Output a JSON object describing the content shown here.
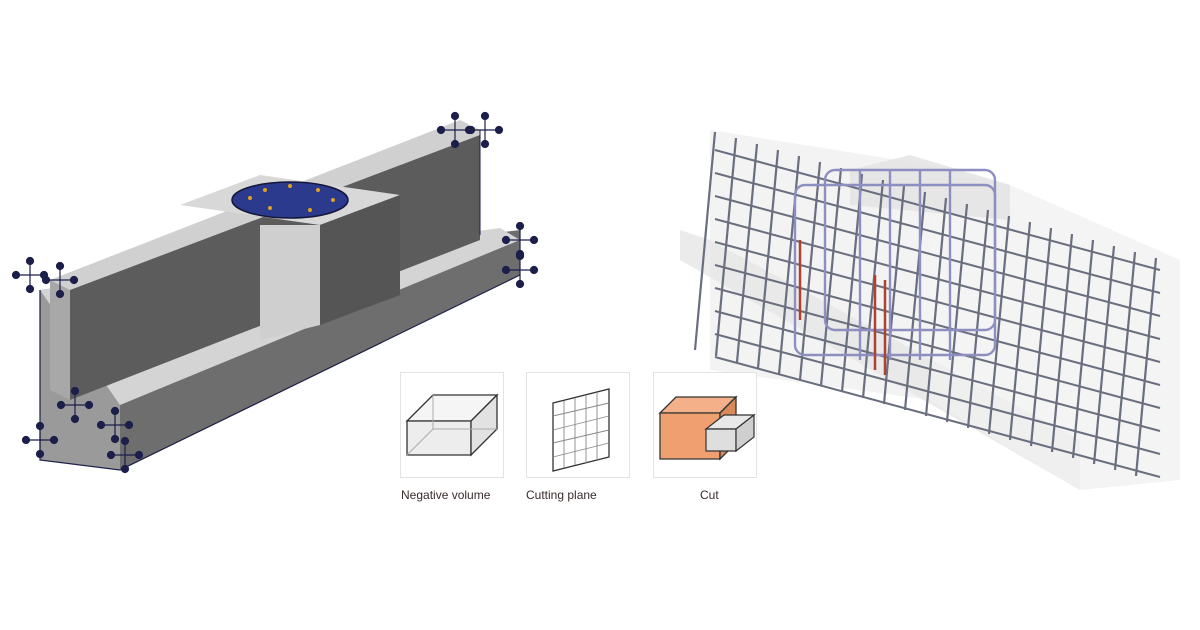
{
  "tools": [
    {
      "id": "negative",
      "label": "Negative volume",
      "icon": "negative-volume-icon"
    },
    {
      "id": "cutplane",
      "label": "Cutting plane",
      "icon": "cutting-plane-icon"
    },
    {
      "id": "cut",
      "label": "Cut",
      "icon": "cut-icon"
    }
  ],
  "colors": {
    "concrete_dark": "#5a5a5a",
    "concrete_mid": "#8b8b8b",
    "concrete_light": "#c9c9c9",
    "plate_blue": "#2b3a8c",
    "handle_navy": "#1c1f4a",
    "rebar_gray": "#6a6f80",
    "rebar_red": "#b0412e",
    "rebar_lilac": "#8d8fc0",
    "cut_orange": "#f0a070"
  }
}
